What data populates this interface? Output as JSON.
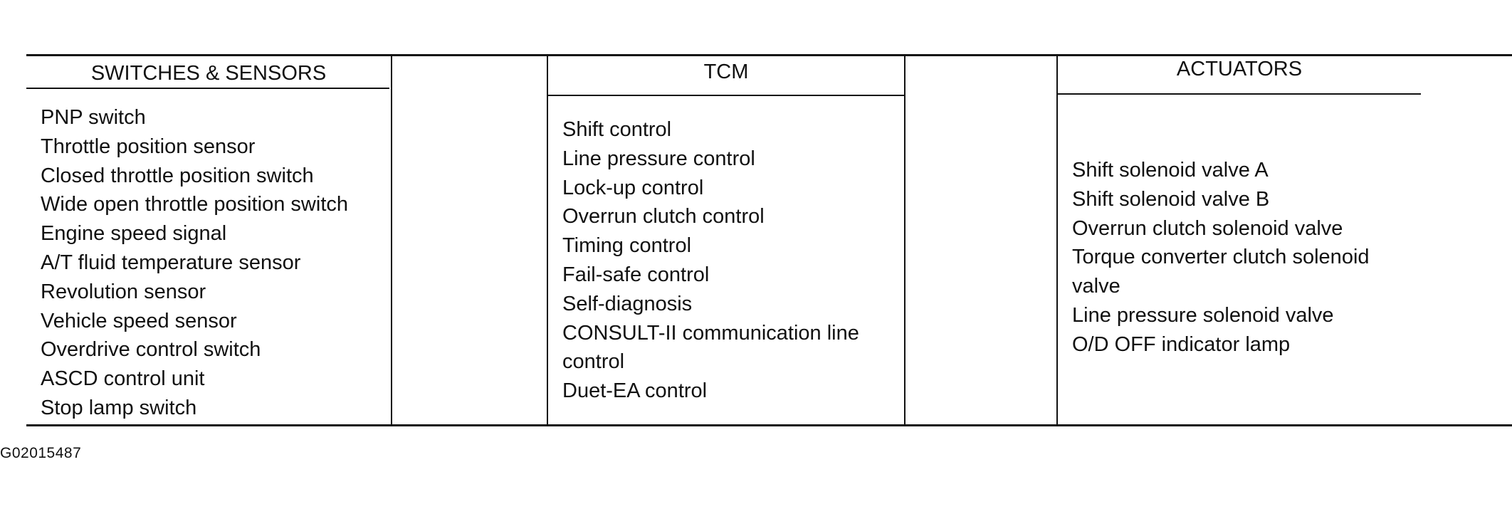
{
  "switches_sensors": {
    "header": "SWITCHES & SENSORS",
    "items": [
      "PNP switch",
      "Throttle position sensor",
      "Closed throttle position switch",
      "Wide open throttle position switch",
      "Engine speed signal",
      "A/T fluid temperature sensor",
      "Revolution sensor",
      "Vehicle speed sensor",
      "Overdrive control switch",
      "ASCD control unit",
      "Stop lamp switch"
    ]
  },
  "tcm": {
    "header": "TCM",
    "items": [
      "Shift control",
      "Line pressure control",
      "Lock-up control",
      "Overrun clutch control",
      "Timing control",
      "Fail-safe control",
      "Self-diagnosis",
      "CONSULT-II communication line",
      "control",
      "Duet-EA control"
    ]
  },
  "actuators": {
    "header": "ACTUATORS",
    "items": [
      "Shift solenoid valve A",
      "Shift solenoid valve B",
      "Overrun clutch solenoid valve",
      "Torque converter clutch solenoid",
      "valve",
      "Line pressure solenoid valve",
      "O/D OFF indicator lamp"
    ]
  },
  "figure_code": "G02015487"
}
